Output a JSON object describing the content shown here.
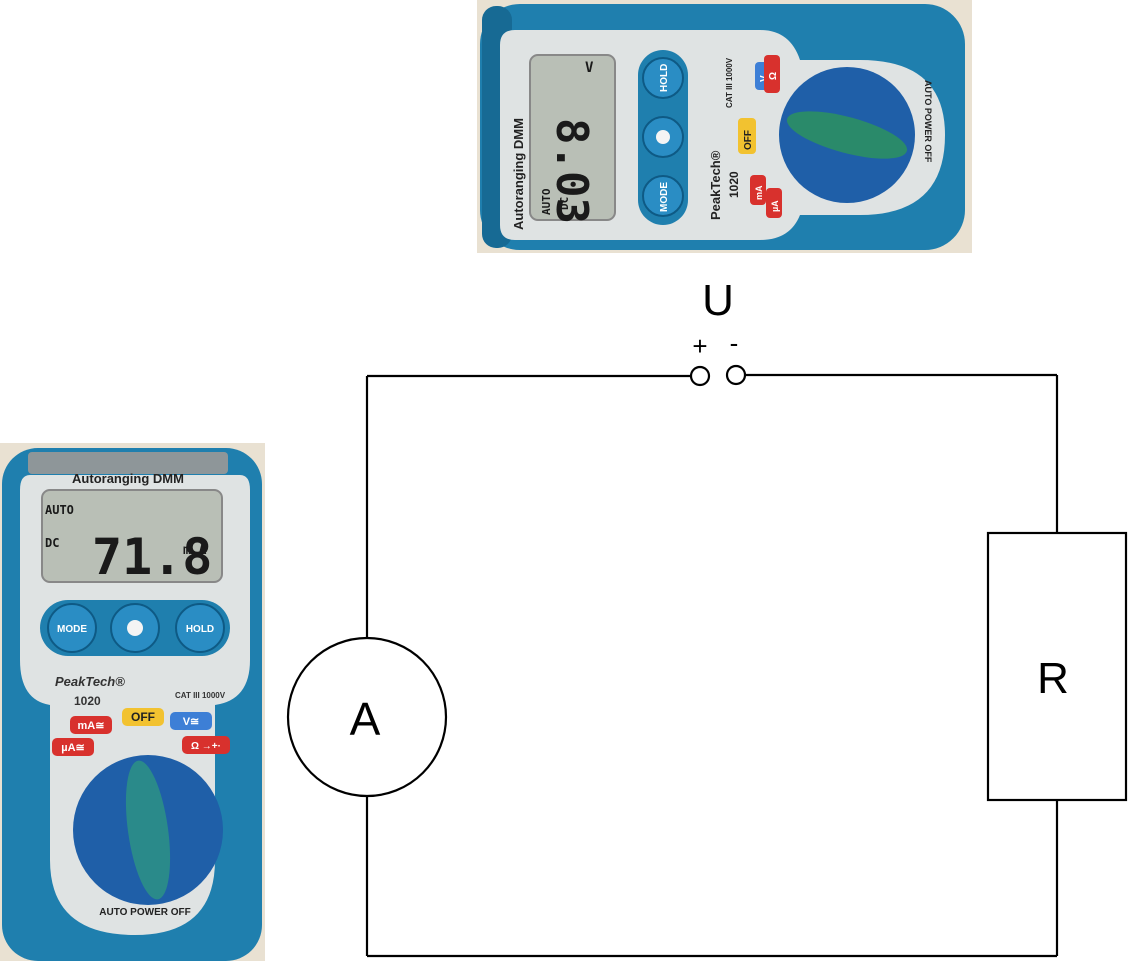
{
  "circuit": {
    "voltage_label": "U",
    "plus_sign": "+",
    "minus_sign": "-",
    "ammeter_label": "A",
    "resistor_label": "R"
  },
  "meter_top": {
    "header": "Autoranging DMM",
    "reading": "8.03",
    "unit": "V",
    "auto": "AUTO",
    "mode": "DC",
    "hold_button": "HOLD",
    "mode_button": "MODE",
    "brand": "PeakTech®",
    "model": "1020",
    "cat_rating": "CAT III 1000V",
    "off_label": "OFF",
    "v_label": "V",
    "ma_label": "mA",
    "ua_label": "µA",
    "ohm_label": "Ω",
    "auto_power_off": "AUTO POWER OFF"
  },
  "meter_bottom": {
    "header": "Autoranging DMM",
    "reading": "71.8",
    "unit": "m A",
    "auto": "AUTO",
    "mode": "DC",
    "hold_button": "HOLD",
    "mode_button": "MODE",
    "brand": "PeakTech®",
    "model": "1020",
    "cat_rating": "CAT III 1000V",
    "off_label": "OFF",
    "v_label": "V≅",
    "ma_label": "mA≅",
    "ua_label": "µA≅",
    "ohm_label": "Ω →+·",
    "auto_power_off": "AUTO POWER OFF"
  },
  "colors": {
    "meter_body": "#1f7fae",
    "meter_face": "#dfe3e3",
    "lcd": "#b9bfb6",
    "knob": "#1f5fa8",
    "off_badge": "#f2c230",
    "red_badge": "#d8312d",
    "blue_badge": "#3d7fd6"
  }
}
